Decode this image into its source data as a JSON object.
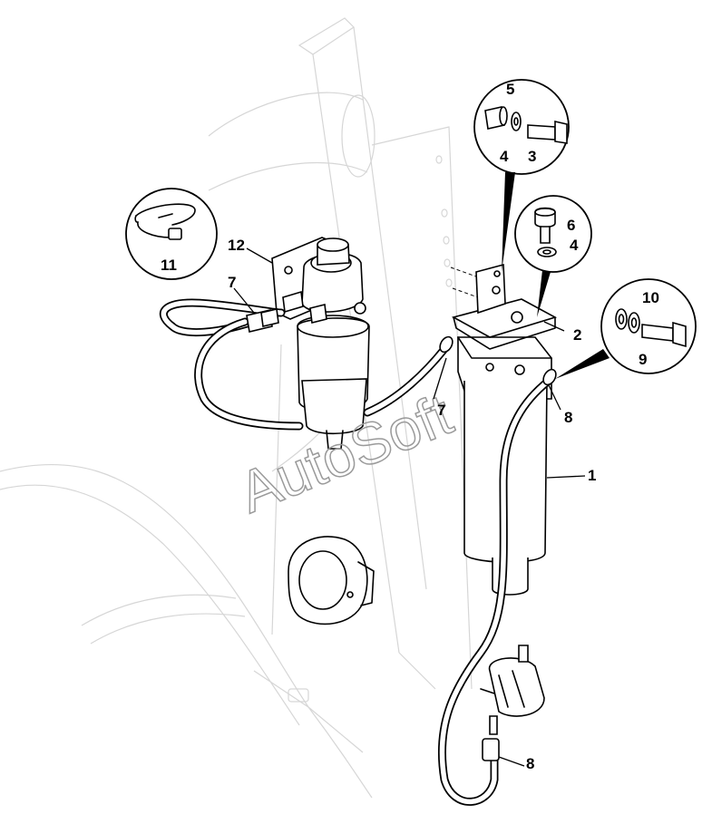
{
  "watermark": "AutoSoft",
  "labels": {
    "p1": "1",
    "p2": "2",
    "p3": "3",
    "p4a": "4",
    "p4b": "4",
    "p5": "5",
    "p6": "6",
    "p7a": "7",
    "p7b": "7",
    "p8a": "8",
    "p8b": "8",
    "p9": "9",
    "p10": "10",
    "p11": "11",
    "p12": "12"
  }
}
